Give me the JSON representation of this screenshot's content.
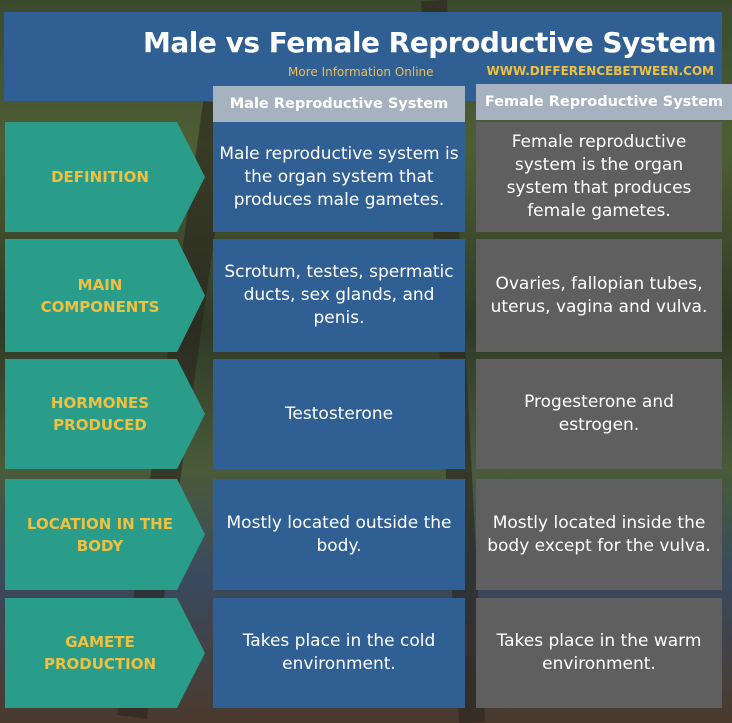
{
  "title": "Male vs Female Reproductive System",
  "more_info": "More Information  Online",
  "website": "WWW.DIFFERENCEBETWEEN.COM",
  "headers": {
    "male": "Male Reproductive System",
    "female": "Female Reproductive System"
  },
  "rows": [
    {
      "label": "DEFINITION",
      "male": "Male reproductive system is the organ system that produces male gametes.",
      "female": "Female reproductive system is the organ system that produces female gametes."
    },
    {
      "label": "MAIN COMPONENTS",
      "male": "Scrotum, testes, spermatic ducts, sex glands, and penis.",
      "female": "Ovaries, fallopian tubes, uterus, vagina and vulva."
    },
    {
      "label": "HORMONES PRODUCED",
      "male": "Testosterone",
      "female": "Progesterone and estrogen."
    },
    {
      "label": "LOCATION IN THE BODY",
      "male": "Mostly located outside the body.",
      "female": "Mostly located inside the body except for the vulva."
    },
    {
      "label": "GAMETE PRODUCTION",
      "male": "Takes place in the cold environment.",
      "female": "Takes place in the warm environment."
    }
  ],
  "colors": {
    "banner": "#2f5f93",
    "teal": "#2a9d8a",
    "gray": "#5f5f5f",
    "gold": "#f0c040"
  }
}
